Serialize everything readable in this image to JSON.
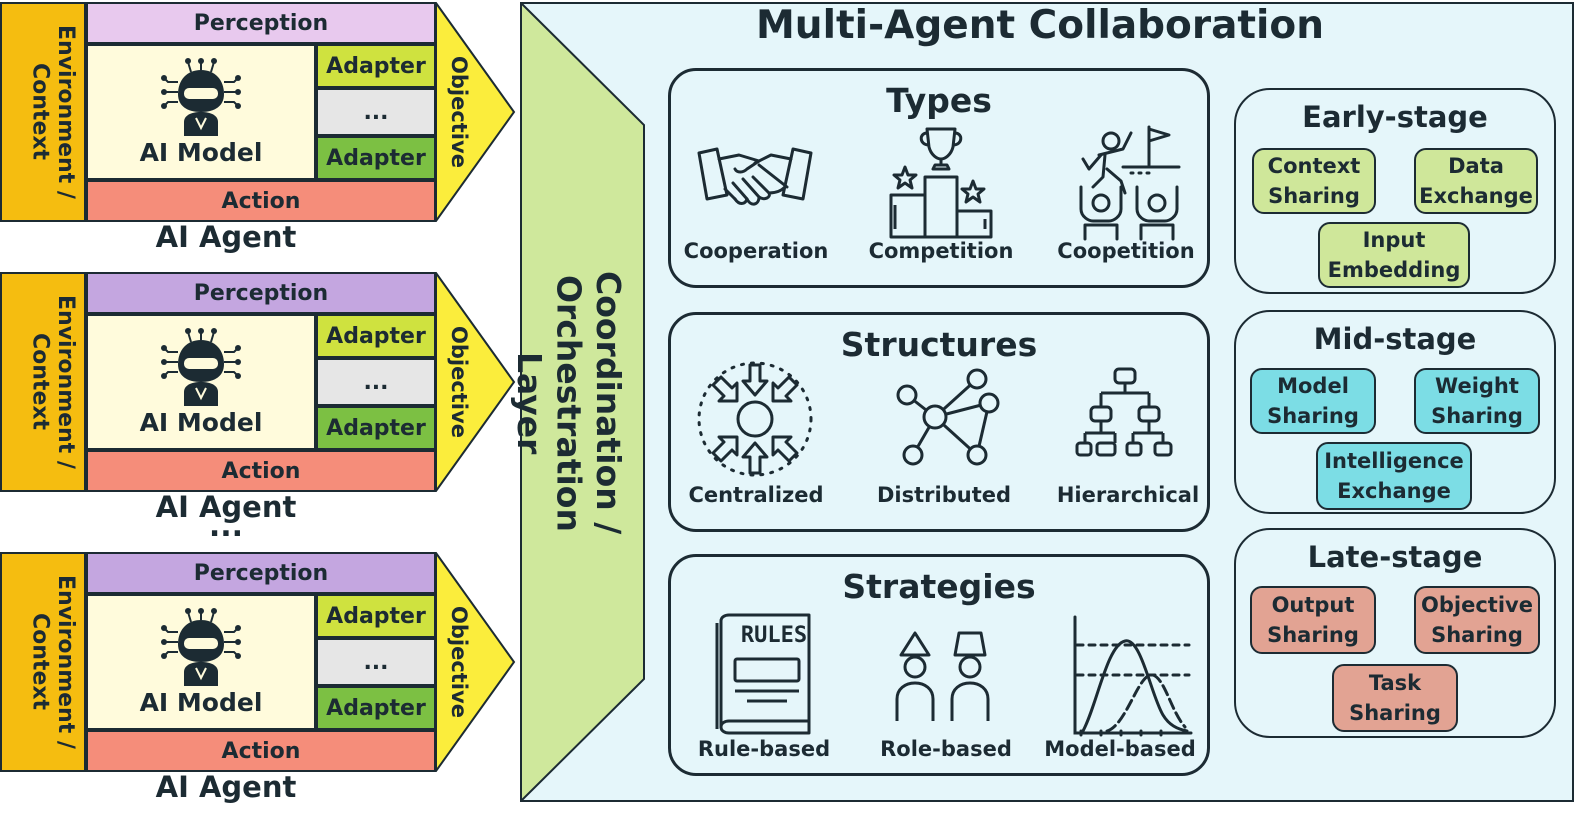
{
  "agents": [
    {
      "environment_label": "Environment / Context",
      "perception_label": "Perception",
      "model_label": "AI Model",
      "adapters": [
        "Adapter",
        "...",
        "Adapter"
      ],
      "objective_label": "Objective",
      "action_label": "Action",
      "title": "AI Agent",
      "perception_color": "#e8c9ee"
    },
    {
      "environment_label": "Environment / Context",
      "perception_label": "Perception",
      "model_label": "AI Model",
      "adapters": [
        "Adapter",
        "...",
        "Adapter"
      ],
      "objective_label": "Objective",
      "action_label": "Action",
      "title": "AI Agent",
      "perception_color": "#c4a6e0"
    },
    {
      "environment_label": "Environment / Context",
      "perception_label": "Perception",
      "model_label": "AI Model",
      "adapters": [
        "Adapter",
        "...",
        "Adapter"
      ],
      "objective_label": "Objective",
      "action_label": "Action",
      "title": "AI Agent",
      "perception_color": "#c4a6e0"
    }
  ],
  "agents_ellipsis": "...",
  "coordination_label": "Coordination / Orchestration Layer",
  "main_title": "Multi-Agent Collaboration",
  "types": {
    "title": "Types",
    "items": [
      "Cooperation",
      "Competition",
      "Coopetition"
    ],
    "icons": [
      "handshake-icon",
      "podium-trophy-icon",
      "team-climb-flag-icon"
    ]
  },
  "structures": {
    "title": "Structures",
    "items": [
      "Centralized",
      "Distributed",
      "Hierarchical"
    ],
    "icons": [
      "converging-arrows-icon",
      "network-nodes-icon",
      "org-chart-icon"
    ]
  },
  "strategies": {
    "title": "Strategies",
    "items": [
      "Rule-based",
      "Role-based",
      "Model-based"
    ],
    "rules_word": "RULES",
    "icons": [
      "rulebook-icon",
      "role-figures-icon",
      "distribution-curves-icon"
    ]
  },
  "stages": [
    {
      "title": "Early-stage",
      "items": [
        "Context Sharing",
        "Data Exchange",
        "Input Embedding"
      ],
      "color": "#cfe79a"
    },
    {
      "title": "Mid-stage",
      "items": [
        "Model Sharing",
        "Weight Sharing",
        "Intelligence Exchange"
      ],
      "color": "#7cdde5"
    },
    {
      "title": "Late-stage",
      "items": [
        "Output Sharing",
        "Objective Sharing",
        "Task Sharing"
      ],
      "color": "#e2a393"
    }
  ],
  "colors": {
    "environment": "#f5bd10",
    "model_bg": "#fffbdc",
    "adapter_light": "#cfe23f",
    "adapter_dark": "#7cc043",
    "adapter_gap": "#e6e6e6",
    "action": "#f58d7a",
    "objective": "#fbed3c",
    "coordination": "#cfe89c",
    "panel": "#e5f6fa",
    "ink": "#1c2b33"
  }
}
